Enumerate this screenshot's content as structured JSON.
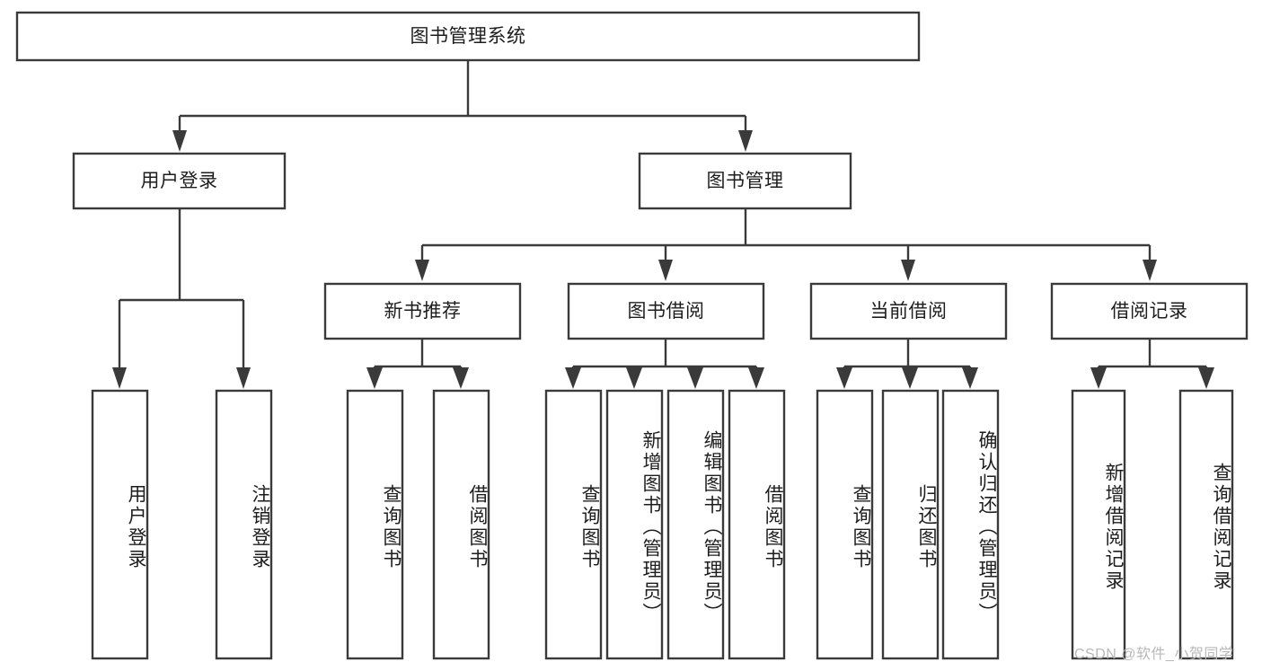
{
  "diagram": {
    "type": "tree-hierarchy",
    "title": "图书管理系统",
    "orientation": "top-down",
    "colors": {
      "box_stroke": "#3a3a3a",
      "box_fill": "#ffffff",
      "connector": "#3a3a3a",
      "text": "#1d1d1d",
      "watermark": "#b8b8b8",
      "background": "#ffffff"
    },
    "nodes": {
      "root": {
        "label": "图书管理系统",
        "level": 0
      },
      "level1": [
        {
          "label": "用户登录"
        },
        {
          "label": "图书管理"
        }
      ],
      "level2": [
        {
          "label": "新书推荐",
          "parent": "图书管理"
        },
        {
          "label": "图书借阅",
          "parent": "图书管理"
        },
        {
          "label": "当前借阅",
          "parent": "图书管理"
        },
        {
          "label": "借阅记录",
          "parent": "图书管理"
        }
      ],
      "leaves": [
        {
          "label": "用户登录",
          "parent": "用户登录"
        },
        {
          "label": "注销登录",
          "parent": "用户登录"
        },
        {
          "label": "查询图书",
          "parent": "新书推荐"
        },
        {
          "label": "借阅图书",
          "parent": "新书推荐"
        },
        {
          "label": "查询图书",
          "parent": "图书借阅"
        },
        {
          "label": "新增图书（管理员）",
          "parent": "图书借阅"
        },
        {
          "label": "编辑图书（管理员）",
          "parent": "图书借阅"
        },
        {
          "label": "借阅图书",
          "parent": "图书借阅"
        },
        {
          "label": "查询图书",
          "parent": "当前借阅"
        },
        {
          "label": "归还图书",
          "parent": "当前借阅"
        },
        {
          "label": "确认归还（管理员）",
          "parent": "当前借阅"
        },
        {
          "label": "新增借阅记录",
          "parent": "借阅记录"
        },
        {
          "label": "查询借阅记录",
          "parent": "借阅记录"
        }
      ]
    }
  },
  "watermark": {
    "text": "CSDN @软件_小贺同学"
  }
}
